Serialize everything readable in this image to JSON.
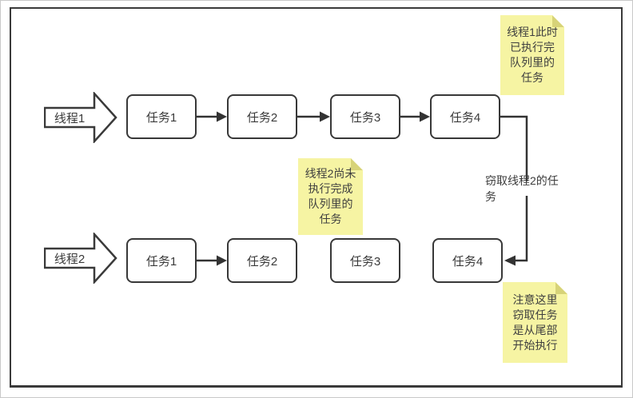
{
  "diagram": {
    "threads": [
      {
        "label": "线程1",
        "tasks": [
          "任务1",
          "任务2",
          "任务3",
          "任务4"
        ]
      },
      {
        "label": "线程2",
        "tasks": [
          "任务1",
          "任务2",
          "任务3",
          "任务4"
        ]
      }
    ],
    "steal_edge": {
      "label": "窃取线程2的任务"
    },
    "notes": [
      {
        "id": "thread1-queue-done",
        "text": "线程1此时\n已执行完\n队列里的\n任务"
      },
      {
        "id": "thread2-queue-undone",
        "text": "线程2尚未\n执行完成\n队列里的\n任务"
      },
      {
        "id": "steal-from-tail",
        "text": "注意这里\n窃取任务\n是从尾部\n开始执行"
      }
    ],
    "colors": {
      "line": "#333333",
      "box_border": "#383838",
      "note_background": "#f6f4a3",
      "note_fold": "#d7d378",
      "frame_border": "#3a3a3a",
      "text": "#3a3a3a"
    }
  }
}
